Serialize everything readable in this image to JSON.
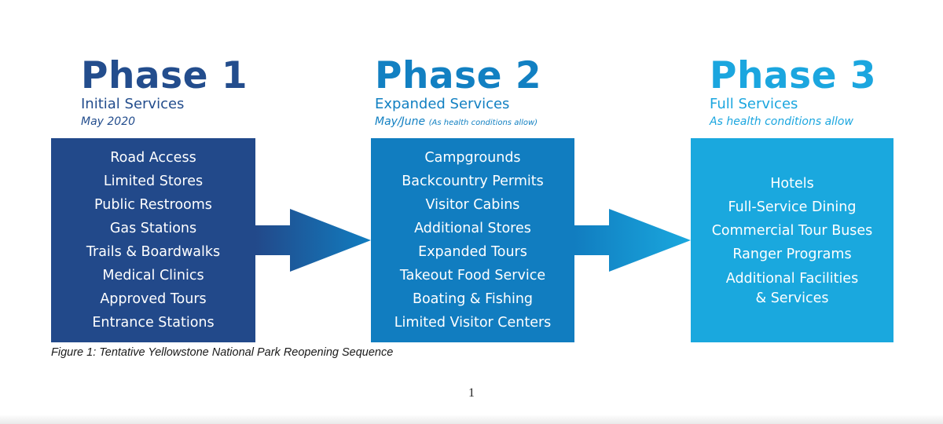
{
  "phases": [
    {
      "title": "Phase 1",
      "subtitle": "Initial Services",
      "date": "May 2020",
      "date_note": "",
      "items": [
        "Road Access",
        "Limited Stores",
        "Public Restrooms",
        "Gas Stations",
        "Trails & Boardwalks",
        "Medical Clinics",
        "Approved Tours",
        "Entrance Stations"
      ]
    },
    {
      "title": "Phase 2",
      "subtitle": "Expanded Services",
      "date": "May/June",
      "date_note": "(As health conditions allow)",
      "items": [
        "Campgrounds",
        "Backcountry Permits",
        "Visitor Cabins",
        "Additional Stores",
        "Expanded Tours",
        "Takeout Food Service",
        "Boating & Fishing",
        "Limited Visitor Centers"
      ]
    },
    {
      "title": "Phase 3",
      "subtitle": "Full Services",
      "date": "As health conditions allow",
      "date_note": "",
      "items": [
        "Hotels",
        "Full-Service Dining",
        "Commercial Tour Buses",
        "Ranger Programs",
        "Additional Facilities\n& Services"
      ]
    }
  ],
  "caption": "Figure 1: Tentative Yellowstone National Park Reopening Sequence",
  "page_number": "1",
  "colors": {
    "phase1": "#22498a",
    "phase2": "#117dc0",
    "phase3": "#1aa8de",
    "text_on_box": "#ffffff"
  }
}
